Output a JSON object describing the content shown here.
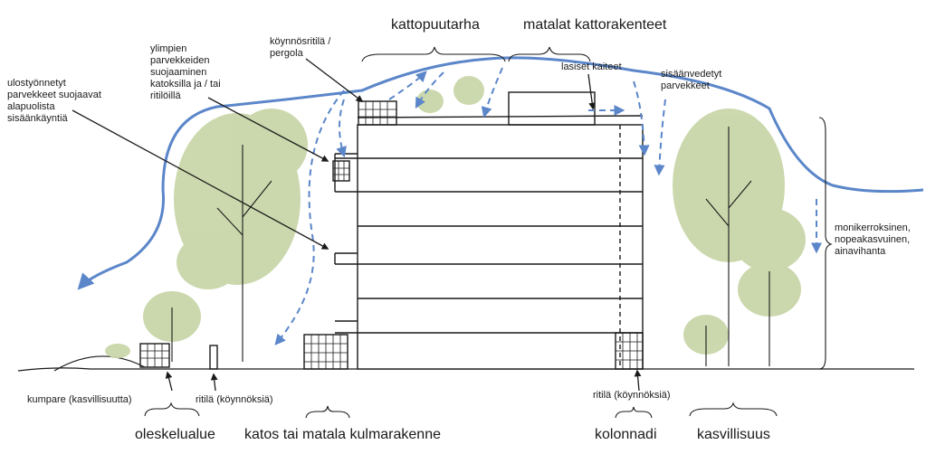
{
  "labels": {
    "kattopuutarha": "kattopuutarha",
    "matalat_kattorakenteet": "matalat kattorakenteet",
    "kynnosritila_pergola": "köynnösritilä /\npergola",
    "ylimpien_parvekkeiden": "ylimpien\nparvekkeiden\nsuojaaminen\nkatoksilla ja / tai\nritilöillä",
    "ulostyonnetyt": "ulostyönnetyt\nparvekkeet suojaavat\nalapuolista\nsisäänkäyntiä",
    "lasiset_kaiteet": "lasiset kaiteet",
    "sisaanvedetyt": "sisäänvedetyt\nparvekkeet",
    "monikerroksinen": "monikerroksinen,\nnopeakasvuinen,\nainavihanta",
    "kumpare": "kumpare (kasvillisuutta)",
    "ritila_left": "ritilä (köynnöksiä)",
    "ritila_right": "ritilä (köynnöksiä)",
    "oleskelualue": "oleskelualue",
    "katos": "katos tai matala kulmarakenne",
    "kolonnadi": "kolonnadi",
    "kasvillisuus": "kasvillisuus"
  },
  "colors": {
    "wind": "#5b86c9",
    "tree": "#c9d6a9",
    "ink": "#1a1a1a"
  }
}
